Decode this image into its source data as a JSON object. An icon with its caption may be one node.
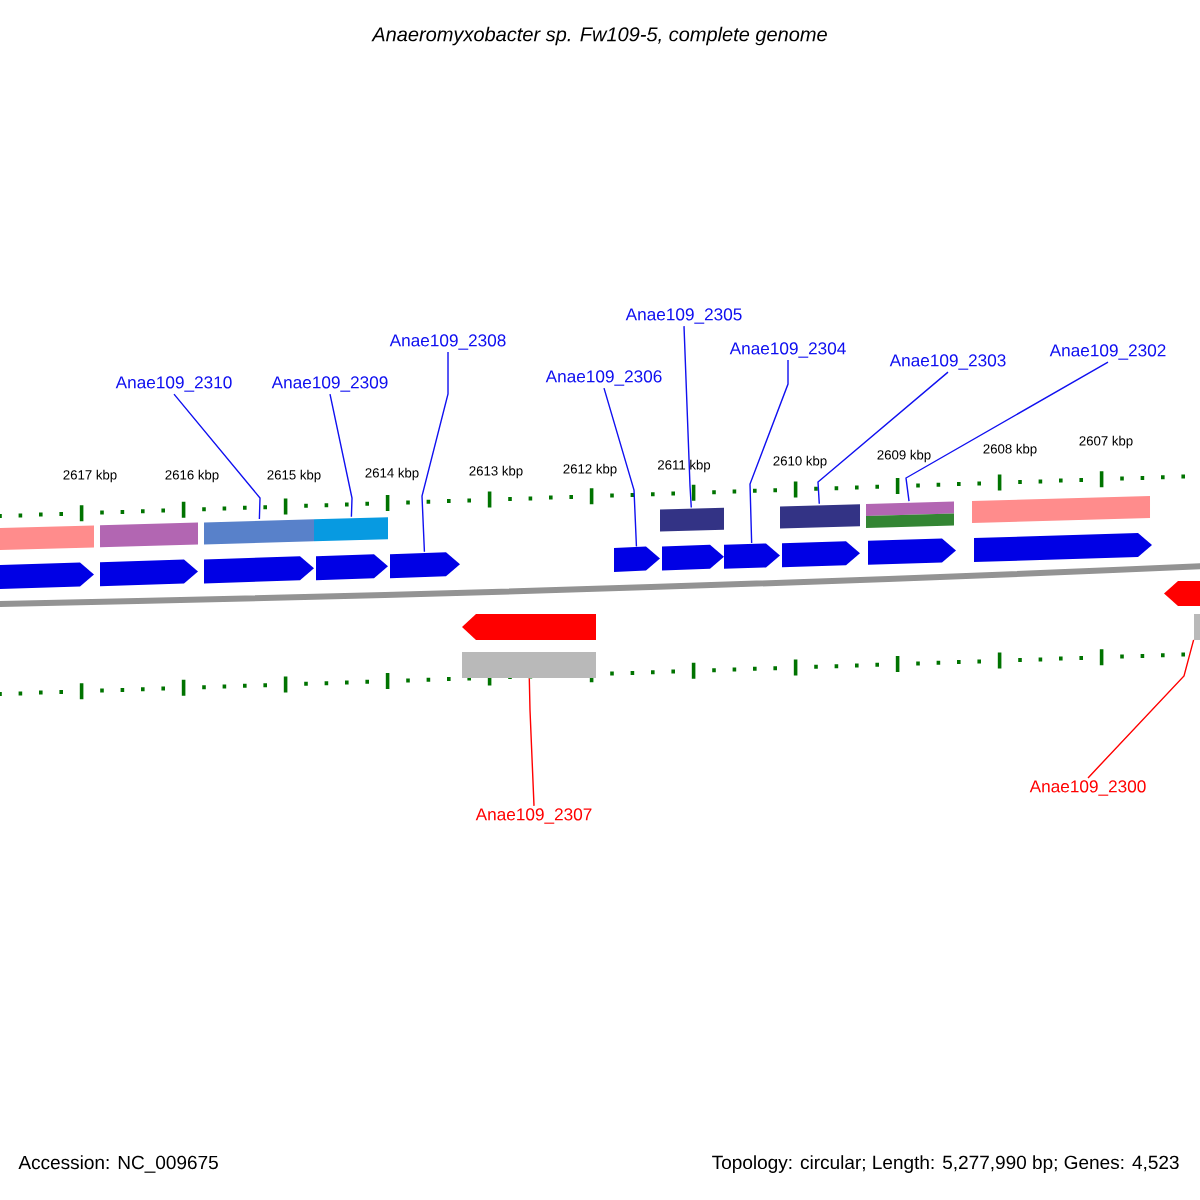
{
  "diagram": {
    "title": "Anaeromyxobacter sp. Fw109-5, complete genome",
    "nodes": [
      {
        "text": [
          "Anae109_2310"
        ]
      },
      {
        "text": [
          "Anae109_2309"
        ]
      },
      {
        "text": [
          "Anae109_2308"
        ]
      },
      {
        "text": [
          "Anae109_2306"
        ]
      },
      {
        "text": [
          "Anae109_2305"
        ]
      },
      {
        "text": [
          "Anae109_2304"
        ]
      },
      {
        "text": [
          "Anae109_2303"
        ]
      },
      {
        "text": [
          "Anae109_2302"
        ]
      },
      {
        "text": [
          "Anae109_2307"
        ]
      },
      {
        "text": [
          "Anae109_2300"
        ]
      },
      {
        "text": [],
        "shape": "bar"
      },
      {
        "text": [],
        "shape": "pentagon"
      },
      {
        "text": [],
        "shape": "bar"
      },
      {
        "text": [],
        "shape": "pentagon"
      },
      {
        "text": [],
        "shape": "bar"
      },
      {
        "text": [],
        "shape": "pentagon"
      },
      {
        "text": [],
        "shape": "bar"
      },
      {
        "text": [],
        "shape": "pentagon"
      },
      {
        "text": [],
        "shape": "pentagon"
      },
      {
        "text": [],
        "shape": "pentagon"
      },
      {
        "text": [],
        "shape": "bar"
      },
      {
        "text": [],
        "shape": "pentagon"
      },
      {
        "text": [],
        "shape": "pentagon"
      },
      {
        "text": [],
        "shape": "bar"
      },
      {
        "text": [],
        "shape": "pentagon"
      },
      {
        "text": [],
        "shape": "bar"
      },
      {
        "text": [],
        "shape": "bar"
      },
      {
        "text": [],
        "shape": "pentagon"
      },
      {
        "text": [],
        "shape": "bar"
      },
      {
        "text": [],
        "shape": "pentagon"
      },
      {
        "text": [],
        "shape": "pentagon"
      },
      {
        "text": [],
        "shape": "bar"
      },
      {
        "text": [],
        "shape": "pentagon"
      },
      {
        "text": [],
        "shape": "bar"
      }
    ],
    "edges": [
      {
        "from": 0,
        "to": 14,
        "arrow": "none"
      },
      {
        "from": 1,
        "to": 16,
        "arrow": "none"
      },
      {
        "from": 2,
        "to": 18,
        "arrow": "none"
      },
      {
        "from": 3,
        "to": 19,
        "arrow": "none"
      },
      {
        "from": 4,
        "to": 20,
        "arrow": "none"
      },
      {
        "from": 5,
        "to": 22,
        "arrow": "none"
      },
      {
        "from": 6,
        "to": 23,
        "arrow": "none"
      },
      {
        "from": 7,
        "to": 25,
        "arrow": "none"
      },
      {
        "from": 8,
        "to": 31,
        "arrow": "none",
        "color": "#ff0000"
      },
      {
        "from": 9,
        "to": 33,
        "arrow": "none",
        "color": "#ff0000"
      }
    ],
    "labels": [
      "2617 kbp",
      "2616 kbp",
      "2615 kbp",
      "2614 kbp",
      "2613 kbp",
      "2612 kbp",
      "2611 kbp",
      "2610 kbp",
      "2609 kbp",
      "2608 kbp",
      "2607 kbp",
      "Accession: NC_009675",
      "Topology: circular; Length: 5,277,990 bp; Genes: 4,523"
    ]
  }
}
